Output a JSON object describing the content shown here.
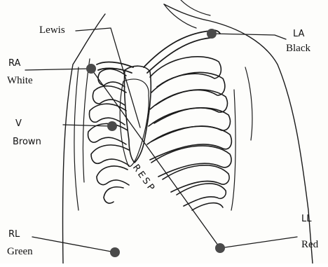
{
  "labels": {
    "lewis": "Lewis",
    "ra": "RA",
    "ra_color": "White",
    "la": "LA",
    "la_color": "Black",
    "v": "V",
    "v_color": "Brown",
    "rl": "RL",
    "rl_color": "Green",
    "ll": "LL",
    "ll_color": "Red",
    "resp": "RESP"
  },
  "colors": {
    "ink": "#1a1a1a",
    "electrode": "#4a4a4a"
  }
}
